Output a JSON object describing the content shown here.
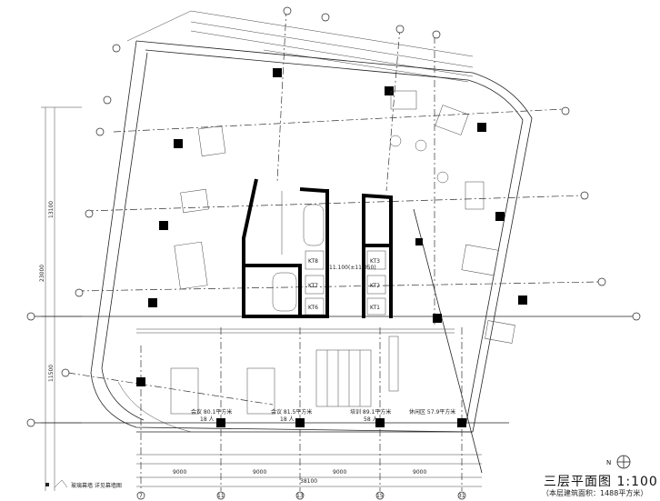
{
  "drawing": {
    "title": "三层平面图",
    "scale": "1:100",
    "area_note": "（本层建筑面积：1488平方米）",
    "north_label": "N",
    "dimensions": {
      "total_width": "38100",
      "bays": [
        "9000",
        "9000",
        "9000",
        "9000"
      ],
      "left_total": "23000",
      "left_upper": "13100",
      "left_lower": "11500"
    },
    "rooms": [
      {
        "label": "会议 80.1平方米",
        "capacity": "18 人"
      },
      {
        "label": "会议 81.5平方米",
        "capacity": "18 人"
      },
      {
        "label": "培训 89.1平方米",
        "capacity": "58 人"
      },
      {
        "label": "休闲区 57.9平方米",
        "capacity": ""
      }
    ],
    "elevators": [
      "KT8",
      "KT7",
      "KT6",
      "KT3",
      "KT2",
      "KT1"
    ],
    "elevation": "11.100(±11.050)",
    "grid_bottom": [
      "7",
      "11",
      "13",
      "15",
      "31"
    ],
    "legend_note": "玻璃幕墙 详见幕墙图"
  }
}
